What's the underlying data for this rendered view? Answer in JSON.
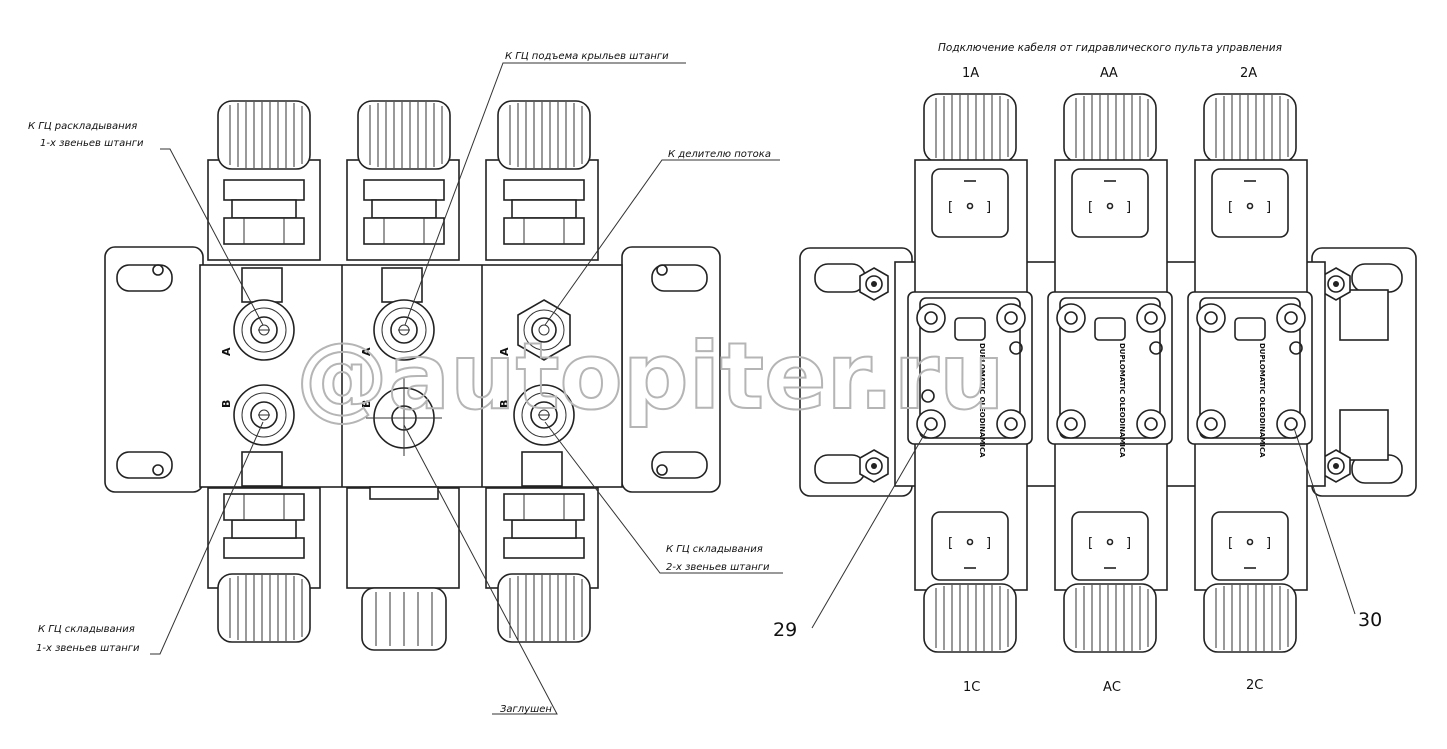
{
  "labels": {
    "left_top_1_line1": "К ГЦ раскладывания",
    "left_top_1_line2": "1-х звеньев штанги",
    "left_top_2": "К ГЦ подъема крыльев штанги",
    "left_top_3": "К делителю потока",
    "left_bottom_1_line1": "К ГЦ складывания",
    "left_bottom_1_line2": "1-х звеньев штанги",
    "left_bottom_2": "Заглушен",
    "left_bottom_3_line1": "К ГЦ складывания",
    "left_bottom_3_line2": "2-х звеньев штанги"
  },
  "port_letters": {
    "a": "A",
    "b": "B"
  },
  "right": {
    "header": "Подключение кабеля от гидравлического пульта управления",
    "top_ports": [
      "1А",
      "АА",
      "2А"
    ],
    "bottom_ports": [
      "1С",
      "АС",
      "2С"
    ],
    "callouts": [
      "29",
      "30"
    ],
    "solenoid_brand": "DUPLOMATIC OLEODINAMICA"
  },
  "watermark": "@autopiter.ru",
  "colors": {
    "line": "#222222",
    "watermark": "#b5b5b5",
    "background": "#ffffff"
  },
  "icons": [
    "solenoid-connector-icon",
    "duplomatic-logo-icon",
    "knurled-nut-icon"
  ]
}
